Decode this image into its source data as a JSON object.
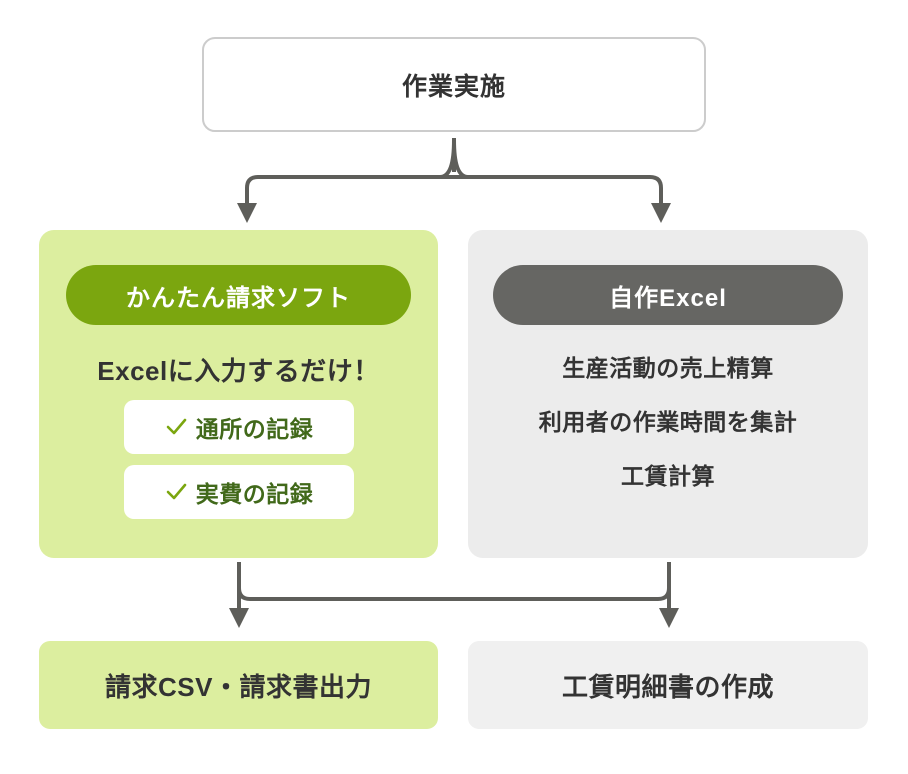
{
  "diagram": {
    "background": "#ffffff",
    "connector_color": "#5e5e5a",
    "top_node": {
      "label": "作業実施",
      "border_color": "#cccccc",
      "text_color": "#333333"
    },
    "branches": [
      {
        "id": "easy-billing-software",
        "accent": "#7ba60f",
        "panel_background": "#dcee9f",
        "pill_label": "かんたん請求ソフト",
        "headline": "Excelに入力するだけ！",
        "check_items": [
          {
            "icon": "check-icon",
            "label": "通所の記録"
          },
          {
            "icon": "check-icon",
            "label": "実費の記録"
          }
        ],
        "bullets": [],
        "outcome": "請求CSV・請求書出力",
        "outcome_background": "#dcee9f"
      },
      {
        "id": "self-made-excel",
        "accent": "#666663",
        "panel_background": "#ececec",
        "pill_label": "自作Excel",
        "headline": "",
        "check_items": [],
        "bullets": [
          "生産活動の売上精算",
          "利用者の作業時間を集計",
          "工賃計算"
        ],
        "outcome": "工賃明細書の作成",
        "outcome_background": "#f0f0f0"
      }
    ]
  }
}
